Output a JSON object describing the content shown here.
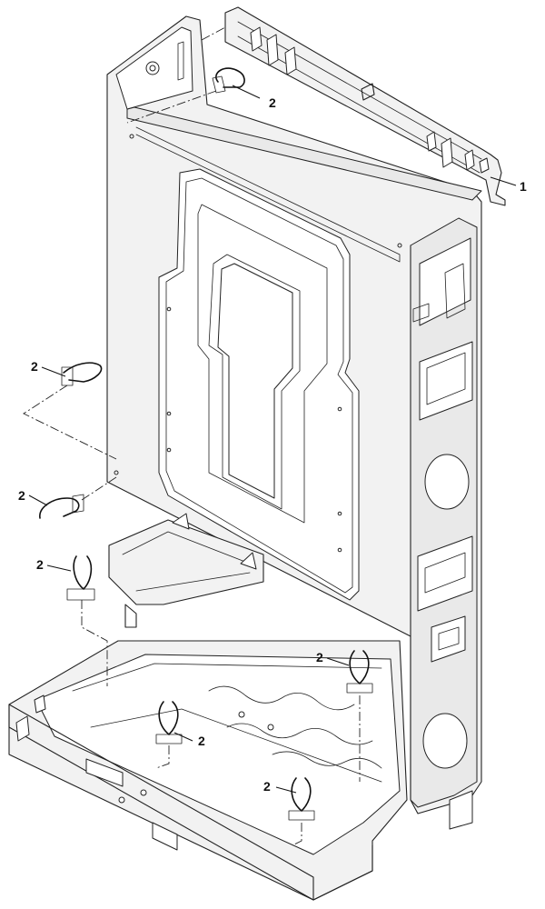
{
  "callouts": {
    "bracket": "1",
    "clip_top": "2",
    "clip_left_upper": "2",
    "clip_left_middle": "2",
    "clip_left_lower": "2",
    "clip_bottom_center": "2",
    "clip_bottom_right": "2",
    "clip_right": "2"
  }
}
